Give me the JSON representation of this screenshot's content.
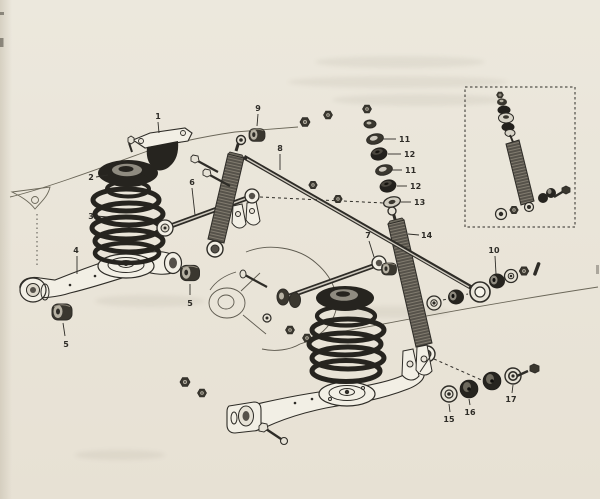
{
  "figure": {
    "kind": "exploded-parts-diagram",
    "subject": "rear suspension assembly"
  },
  "palette": {
    "paper": "#eae5da",
    "ink": "#2e2c27",
    "rubber_dark": "#26241f",
    "metal_light": "#f2efe5"
  },
  "callouts": [
    "1",
    "2",
    "3",
    "4",
    "5",
    "5",
    "6",
    "7",
    "8",
    "9",
    "10",
    "11",
    "12",
    "11",
    "12",
    "13",
    "14",
    "15",
    "16",
    "17"
  ]
}
